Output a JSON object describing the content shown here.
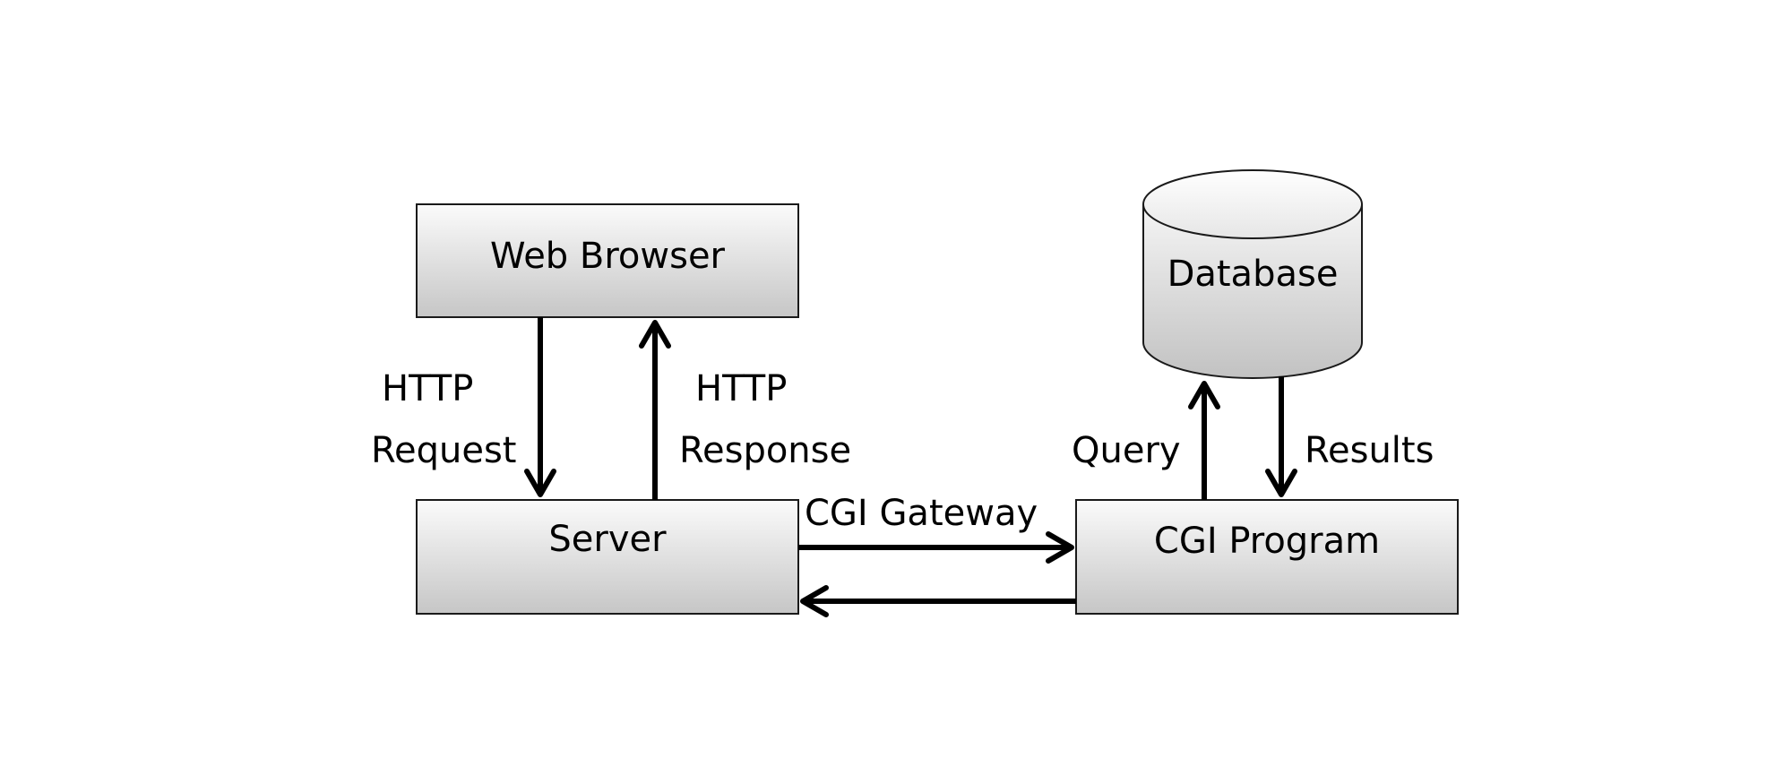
{
  "nodes": {
    "web_browser": "Web Browser",
    "server": "Server",
    "cgi_program": "CGI Program",
    "database": "Database"
  },
  "edges": {
    "http_request": [
      "HTTP",
      "Request"
    ],
    "http_response": [
      "HTTP",
      "Response"
    ],
    "cgi_gateway": "CGI Gateway",
    "query": "Query",
    "results": "Results"
  },
  "colors": {
    "box_fill_top": "#fafafa",
    "box_fill_bottom": "#c8c8c8",
    "stroke": "#000000"
  }
}
